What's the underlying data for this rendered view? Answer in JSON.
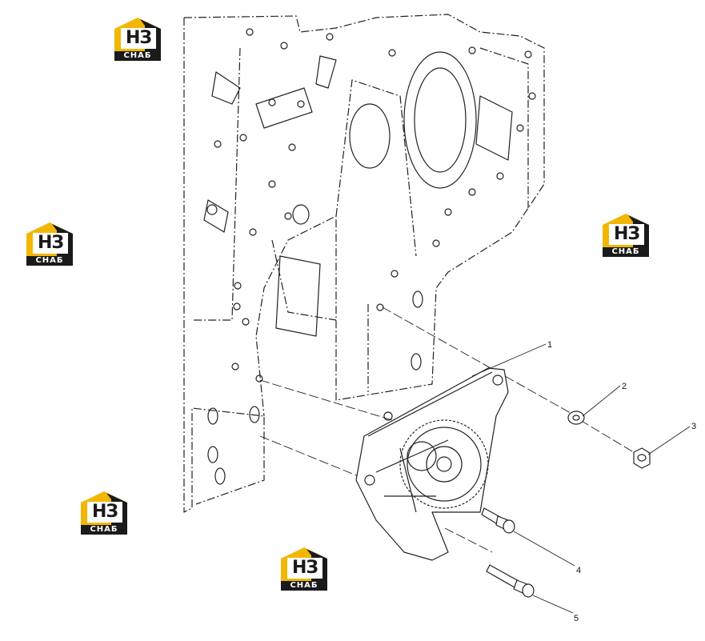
{
  "callouts": [
    "1",
    "2",
    "3",
    "4",
    "5"
  ],
  "watermark": {
    "top": "НЗ",
    "bottom": "СНАБ",
    "colors": {
      "yellow": "#f2b705",
      "dark": "#1a1a1a"
    }
  },
  "icons": [
    "house-logo-icon"
  ],
  "colors": {
    "line": "#222222",
    "background": "#ffffff"
  }
}
